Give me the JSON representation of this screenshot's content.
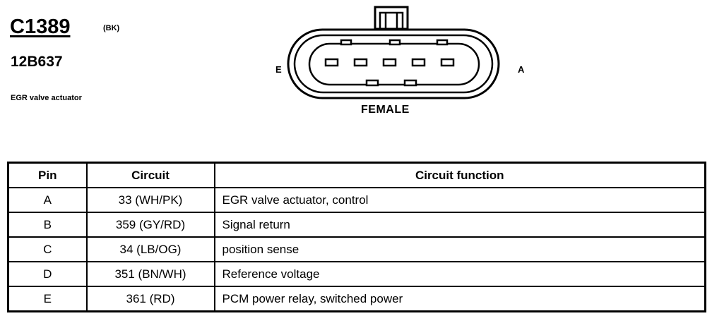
{
  "header": {
    "connector_id": "C1389",
    "color_code": "(BK)",
    "part_number": "12B637",
    "description": "EGR valve actuator"
  },
  "connector_diagram": {
    "left_label": "E",
    "right_label": "A",
    "gender_label": "FEMALE"
  },
  "table": {
    "headers": {
      "pin": "Pin",
      "circuit": "Circuit",
      "function": "Circuit function"
    },
    "rows": [
      {
        "pin": "A",
        "circuit": "33 (WH/PK)",
        "function": "EGR valve actuator, control"
      },
      {
        "pin": "B",
        "circuit": "359 (GY/RD)",
        "function": "Signal return"
      },
      {
        "pin": "C",
        "circuit": "34 (LB/OG)",
        "function": "position sense"
      },
      {
        "pin": "D",
        "circuit": "351 (BN/WH)",
        "function": "Reference voltage"
      },
      {
        "pin": "E",
        "circuit": "361 (RD)",
        "function": "PCM power relay, switched power"
      }
    ]
  }
}
